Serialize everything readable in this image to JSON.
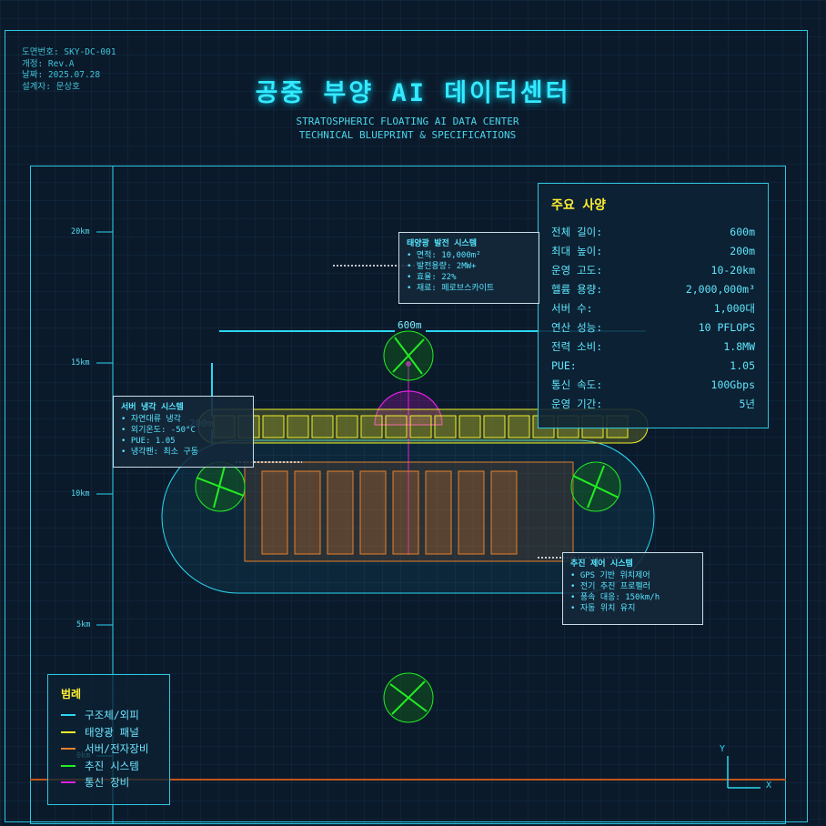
{
  "meta": {
    "drawing_no": "도면번호: SKY-DC-001",
    "revision": "개정: Rev.A",
    "date": "날짜: 2025.07.28",
    "designer": "설계자: 문상호"
  },
  "title": "공중 부양 AI 데이터센터",
  "subtitle_line1": "STRATOSPHERIC FLOATING AI DATA CENTER",
  "subtitle_line2": "TECHNICAL BLUEPRINT & SPECIFICATIONS",
  "altitude_labels": [
    "20km",
    "15km",
    "10km",
    "5km",
    "0km"
  ],
  "dimensions": {
    "length": "600m",
    "height": "200m"
  },
  "specs": {
    "title": "주요 사양",
    "rows": [
      {
        "label": "전체 길이:",
        "value": "600m"
      },
      {
        "label": "최대 높이:",
        "value": "200m"
      },
      {
        "label": "운영 고도:",
        "value": "10-20km"
      },
      {
        "label": "헬륨 용량:",
        "value": "2,000,000m³"
      },
      {
        "label": "서버 수:",
        "value": "1,000대"
      },
      {
        "label": "연산 성능:",
        "value": "10 PFLOPS"
      },
      {
        "label": "전력 소비:",
        "value": "1.8MW"
      },
      {
        "label": "PUE:",
        "value": "1.05"
      },
      {
        "label": "통신 속도:",
        "value": "100Gbps"
      },
      {
        "label": "운영 기간:",
        "value": "5년"
      }
    ]
  },
  "callouts": {
    "solar": {
      "title": "태양광 발전 시스템",
      "lines": [
        "• 면적: 10,000m²",
        "• 발전용량: 2MW+",
        "• 효율: 22%",
        "• 재료: 페로브스카이트"
      ]
    },
    "cooling": {
      "title": "서버 냉각 시스템",
      "lines": [
        "• 자연대류 냉각",
        "• 외기온도: -50°C",
        "• PUE: 1.05",
        "• 냉각팬: 최소 구동"
      ]
    },
    "propulsion": {
      "title": "추진 제어 시스템",
      "lines": [
        "• GPS 기반 위치제어",
        "• 전기 추진 프로펠러",
        "• 풍속 대응: 150km/h",
        "• 자동 위치 유지"
      ]
    }
  },
  "legend": {
    "title": "범례",
    "items": [
      {
        "label": "구조체/외피",
        "color": "#2bd7f0"
      },
      {
        "label": "태양광 패널",
        "color": "#f0f02a"
      },
      {
        "label": "서버/전자장비",
        "color": "#e8802a"
      },
      {
        "label": "추진 시스템",
        "color": "#22ee22"
      },
      {
        "label": "통신 장비",
        "color": "#e020e0"
      }
    ]
  },
  "axes": {
    "x": "X",
    "y": "Y"
  },
  "colors": {
    "structure": "#2bd7f0",
    "solar": "#f0f02a",
    "server": "#e8802a",
    "propulsion": "#22ee22",
    "comms": "#e020e0",
    "ground": "#c0561a"
  }
}
